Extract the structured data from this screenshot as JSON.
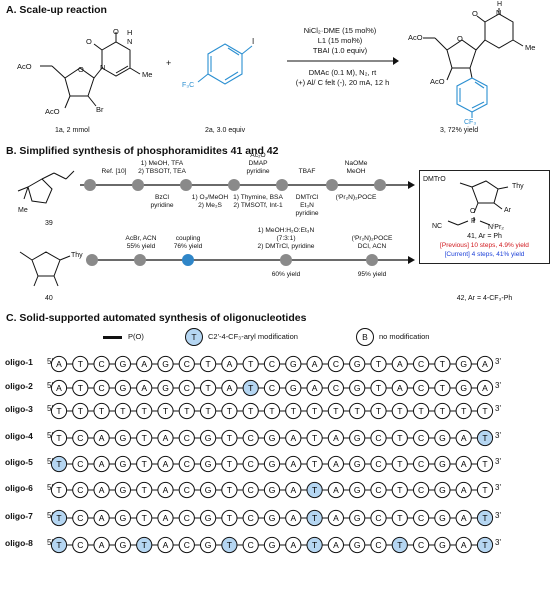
{
  "sections": {
    "A": "A. Scale-up reaction",
    "B": "B. Simplified synthesis of phosphoramidites 41 and 42",
    "C": "C. Solid-supported automated synthesis of oligonucleotides"
  },
  "partA": {
    "reactant1_label": "1a, 2 mmol",
    "reactant2_label": "2a, 3.0 equiv",
    "product_label": "3, 72% yield",
    "plus": "+",
    "conditions_above": [
      "NiCl₂·DME (15 mol%)",
      "L1 (15 mol%)",
      "TBAI (1.0 equiv)"
    ],
    "conditions_below": [
      "DMAc (0.1 M), N₂, rt",
      "(+) Al/ C felt (-), 20 mA, 12 h"
    ],
    "atoms": {
      "AcO": "AcO",
      "Br": "Br",
      "I": "I",
      "CF3": "F₃C",
      "CF3b": "CF₃",
      "N": "N",
      "H": "H",
      "O": "O",
      "Me": "Me",
      "Ar_label": ""
    }
  },
  "partB": {
    "top_steps": [
      {
        "above": "Ref. [10]",
        "below": ""
      },
      {
        "above": "1) MeOH, TFA\n2) TBSOTf, TEA",
        "below": "BzCl\npyridine"
      },
      {
        "above": "",
        "below": "1) O₃/MeOH\n2) Me₂S"
      },
      {
        "above": "Ac₂O\nDMAP\npyridine",
        "below": "1) Thymine, BSA\n2) TMSOTf, Int-1"
      },
      {
        "above": "TBAF",
        "below": "DMTrCl\nEt₃N\npyridine"
      },
      {
        "above": "NaOMe\nMeOH",
        "below": "(ⁱPr₂N)₂POCE"
      }
    ],
    "bottom_steps": [
      {
        "above": "AcBr, ACN\n55% yield",
        "below": ""
      },
      {
        "above": "coupling\n76% yield",
        "below": ""
      },
      {
        "above": "1) MeOH:H₂O:Et₃N\n(7:3:1)\n2) DMTrCl, pyridine",
        "below": "60% yield"
      },
      {
        "above": "(ⁱPr₂N)₂POCE\nDCI, ACN",
        "below": "95% yield"
      }
    ],
    "start_top": "39",
    "start_bottom": "40",
    "box": {
      "compound41": "41, Ar = Ph",
      "previous": "[Previous] 10 steps, 4.9% yield",
      "current": "[Current] 4 steps, 41% yield",
      "compound42": "42, Ar = 4-CF₃-Ph",
      "DMTrO": "DMTrO",
      "Thy": "Thy",
      "Ar": "Ar",
      "NC": "NC",
      "NiPr2": "NⁱPr₂",
      "P": "P",
      "O": "O"
    },
    "thy": "Thy",
    "me2": "Me",
    "colors": {
      "gray_dot": "#8a8a8a",
      "blue_dot": "#2f86c8"
    }
  },
  "partC": {
    "legend": {
      "po_label": "P(O)",
      "modified_symbol": "T",
      "modified_label": "C2'-4-CF₃-aryl modification",
      "unmodified_symbol": "B",
      "unmodified_label": "no modification"
    },
    "colors": {
      "modified_fill": "#b5d6f2",
      "unmodified_fill": "#ffffff"
    },
    "oligos": [
      {
        "name": "oligo-1",
        "seq": "ATCGAGCTATCGACGTACTGA",
        "mods": []
      },
      {
        "name": "oligo-2",
        "seq": "ATCGAGCTATCGACGTACTGA",
        "mods": [
          9
        ]
      },
      {
        "name": "oligo-3",
        "seq": "TTTTTTTTTTTTTTTTTTTTT",
        "mods": []
      },
      {
        "name": "oligo-4",
        "seq": "TCAGTACGTCGATAGCTCGAT",
        "mods": [
          20
        ]
      },
      {
        "name": "oligo-5",
        "seq": "TCAGTACGTCGATAGCTCGAT",
        "mods": [
          0
        ]
      },
      {
        "name": "oligo-6",
        "seq": "TCAGTACGTCGATAGCTCGAT",
        "mods": [
          12
        ]
      },
      {
        "name": "oligo-7",
        "seq": "TCAGTACGTCGATAGCTCGAT",
        "mods": [
          0,
          12,
          20
        ]
      },
      {
        "name": "oligo-8",
        "seq": "TCAGTACGTCGATAGCTCGAT",
        "mods": [
          0,
          4,
          8,
          12,
          16,
          20
        ]
      }
    ],
    "five_prime": "5'",
    "three_prime": "3'"
  }
}
